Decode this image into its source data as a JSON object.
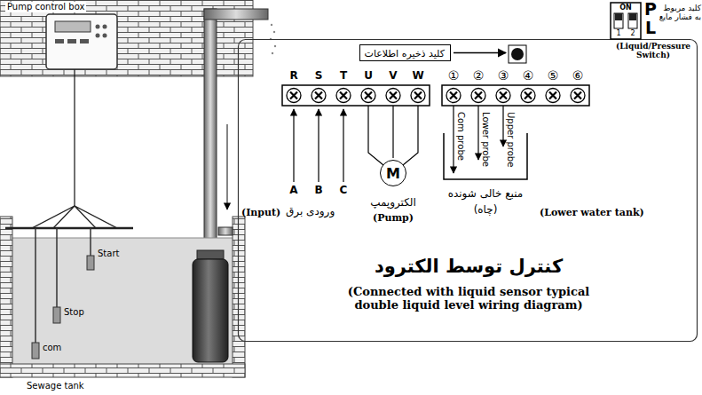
{
  "diagram": {
    "title": "کنترل توسط الکترود",
    "caption": "(Connected with liquid sensor typical double liquid level wiring diagram)",
    "nodes": [
      {
        "text": [
          "کلید ذخیره اطلاعات"
        ]
      },
      {
        "text": [
          "M"
        ]
      }
    ],
    "labels": [
      "Pump control box",
      "Start",
      "Stop",
      "com",
      "Sewage tank",
      "R",
      "S",
      "T",
      "U",
      "V",
      "W",
      "①",
      "②",
      "③",
      "④",
      "⑤",
      "⑥",
      "ON",
      "1",
      "2",
      "P",
      "L",
      "کلید مربوط به فشار مایع",
      "(Liquid/Pressure Switch)",
      "Com probe",
      "Lower probe",
      "Upper probe",
      "A",
      "B",
      "C",
      "(Input)",
      "ورودی برق",
      "الکتروپمپ",
      "(Pump)",
      "منبع خالی شونده",
      "(چاه)",
      "(Lower water tank)"
    ]
  }
}
